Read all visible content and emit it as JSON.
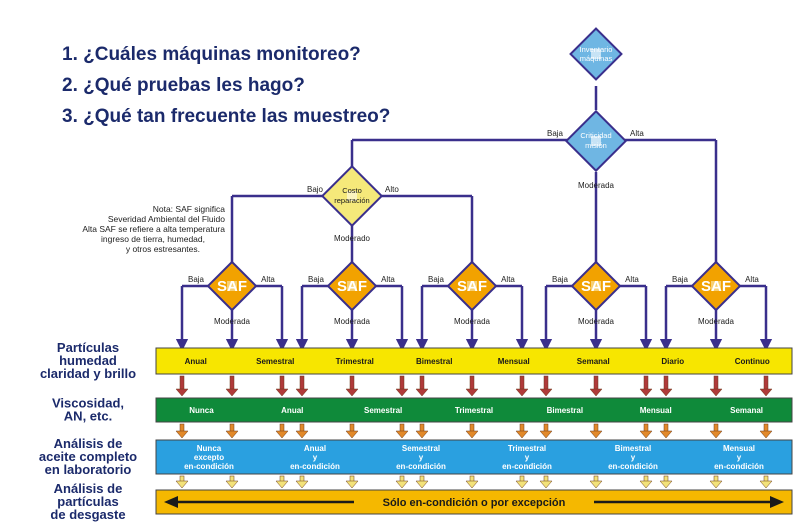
{
  "questions": [
    "1. ¿Cuáles máquinas monitoreo?",
    "2. ¿Qué pruebas les hago?",
    "3. ¿Qué tan frecuente las muestreo?"
  ],
  "note": [
    "Nota: SAF significa",
    "Severidad Ambiental del Fluido",
    "Alta SAF se refiere a alta temperatura",
    "ingreso de tierra, humedad,",
    "y otros estresantes."
  ],
  "nodes": {
    "inventory": [
      "Inventario",
      "máquinas"
    ],
    "criticality": [
      "Criticidad",
      "misión"
    ],
    "repair_cost": [
      "Costo",
      "reparación"
    ],
    "saf": "SAF"
  },
  "branch_labels": {
    "low": "Baja",
    "high": "Alta",
    "moderate": "Moderada",
    "cost_low": "Bajo",
    "cost_high": "Alto",
    "cost_moderate": "Moderado"
  },
  "rows": [
    {
      "title": [
        "Partículas",
        "humedad",
        "claridad y brillo"
      ],
      "color": "#f7e600",
      "text_color": "#1a1a1a",
      "cells": [
        [
          "Anual"
        ],
        [
          "Semestral"
        ],
        [
          "Trimestral"
        ],
        [
          "Bimestral"
        ],
        [
          "Mensual"
        ],
        [
          "Semanal"
        ],
        [
          "Diario"
        ],
        [
          "Continuo"
        ]
      ]
    },
    {
      "title": [
        "Viscosidad,",
        "AN, etc."
      ],
      "color": "#0f8a3a",
      "text_color": "#ffffff",
      "cells": [
        [
          "Nunca"
        ],
        [
          "Anual"
        ],
        [
          "Semestral"
        ],
        [
          "Trimestral"
        ],
        [
          "Bimestral"
        ],
        [
          "Mensual"
        ],
        [
          "Semanal"
        ]
      ]
    },
    {
      "title": [
        "Análisis de",
        "aceite completo",
        "en laboratorio"
      ],
      "color": "#2aa0e0",
      "text_color": "#ffffff",
      "cells": [
        [
          "Nunca",
          "excepto",
          "en-condición"
        ],
        [
          "Anual",
          "y",
          "en-condición"
        ],
        [
          "Semestral",
          "y",
          "en-condición"
        ],
        [
          "Trimestral",
          "y",
          "en-condición"
        ],
        [
          "Bimestral",
          "y",
          "en-condición"
        ],
        [
          "Mensual",
          "y",
          "en-condición"
        ]
      ]
    },
    {
      "title": [
        "Análisis de",
        "partículas",
        "de desgaste"
      ],
      "color": "#f5b800",
      "text_color": "#1a1a1a",
      "cells": [
        [
          "Sólo en-condición o por excepción"
        ]
      ]
    }
  ],
  "colors": {
    "line": "#3a2f8c",
    "diamond_blue": "#6fb6e3",
    "diamond_orange": "#f2a200",
    "diamond_yellow": "#f5e97a",
    "arrow_red": "#b03a3a",
    "arrow_orange": "#e2892a",
    "arrow_yellow": "#f3e27a"
  }
}
